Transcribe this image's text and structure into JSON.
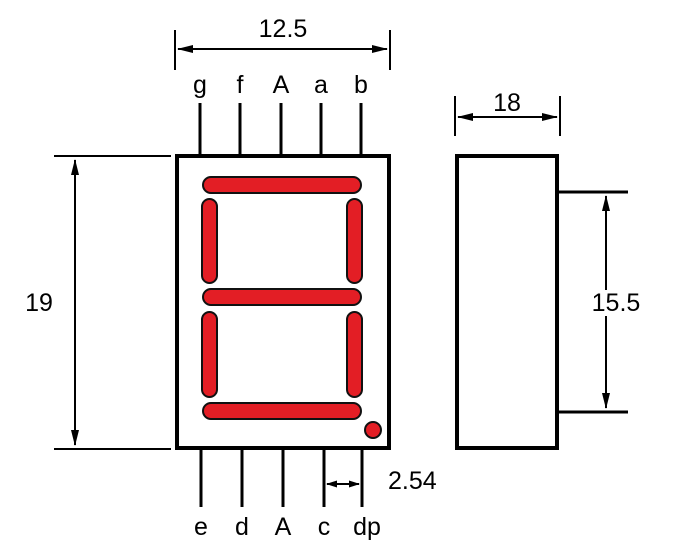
{
  "front_view": {
    "top_pin_labels": [
      "g",
      "f",
      "A",
      "a",
      "b"
    ],
    "bottom_pin_labels": [
      "e",
      "d",
      "A",
      "c",
      "dp"
    ]
  },
  "dimensions": {
    "body_width": "12.5",
    "body_height": "19",
    "side_width": "18",
    "pin_row_spacing": "15.5",
    "pin_pitch": "2.54"
  },
  "colors": {
    "segment": "#e31e25",
    "line": "#000000",
    "background": "#ffffff"
  }
}
